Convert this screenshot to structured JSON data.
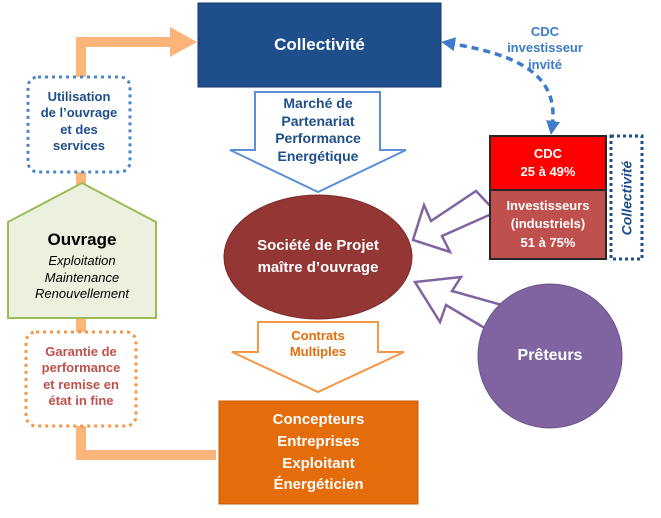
{
  "collectivite": {
    "title": "Collectivité"
  },
  "marche": {
    "line1": "Marché de",
    "line2": "Partenariat",
    "line3": "Performance",
    "line4": "Energétique"
  },
  "cdc_invite": {
    "line1": "CDC",
    "line2": "investisseur",
    "line3": "invité"
  },
  "utilisation": {
    "line1": "Utilisation",
    "line2": "de l’ouvrage",
    "line3": "et des",
    "line4": "services"
  },
  "ouvrage": {
    "title": "Ouvrage",
    "line1": "Exploitation",
    "line2": "Maintenance",
    "line3": "Renouvellement"
  },
  "garantie": {
    "line1": "Garantie de",
    "line2": "performance",
    "line3": "et remise en",
    "line4": "état in fine"
  },
  "societe": {
    "line1": "Société de Projet",
    "line2": "maître d’ouvrage"
  },
  "contrats": {
    "line1": "Contrats",
    "line2": "Multiples"
  },
  "concepteurs": {
    "line1": "Concepteurs",
    "line2": "Entreprises",
    "line3": "Exploitant",
    "line4": "Énergéticien"
  },
  "cdc_box": {
    "line1": "CDC",
    "line2": "25 à 49%"
  },
  "investisseurs": {
    "line1": "Investisseurs",
    "line2": "(industriels)",
    "line3": "51 à 75%"
  },
  "collectivite_side": {
    "label": "Collectivité"
  },
  "preteurs": {
    "label": "Prêteurs"
  },
  "colors": {
    "navy": "#1f4e8c",
    "orange": "#e46c0a",
    "maroon": "#943634",
    "red": "#ff0000",
    "brick": "#c0504d",
    "purple": "#8064a2",
    "green_fill": "#ebf1de",
    "green_border": "#9bbb59",
    "blue_text": "#3d7cc9"
  }
}
